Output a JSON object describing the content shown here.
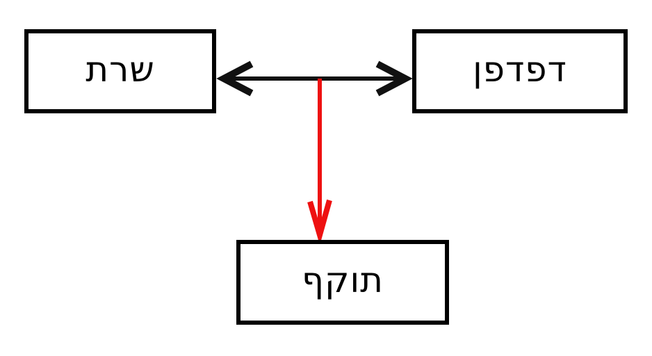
{
  "diagram": {
    "kind": "network-attack-diagram",
    "background": "#ffffff",
    "nodes": [
      {
        "id": "server",
        "label": "שרת"
      },
      {
        "id": "browser",
        "label": "דפדפן"
      },
      {
        "id": "attacker",
        "label": "תוקף"
      }
    ],
    "edges": [
      {
        "id": "server-browser-link",
        "from": "server",
        "to": "browser",
        "style": "double-headed",
        "color": "#111111"
      },
      {
        "id": "attacker-intercept",
        "from": "server-browser-link-midpoint",
        "to": "attacker",
        "style": "single-headed",
        "color": "#ee1111"
      }
    ],
    "colors": {
      "box_border": "#000000",
      "label_text": "#000000",
      "link_arrow": "#111111",
      "attack_arrow": "#ee1111"
    }
  }
}
